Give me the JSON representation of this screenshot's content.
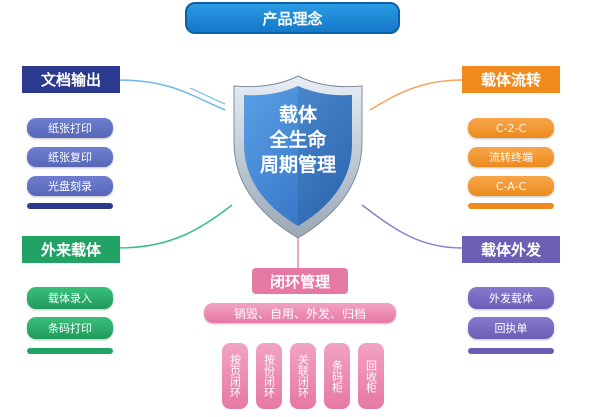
{
  "title": "产品理念",
  "center": {
    "line1": "载体",
    "line2": "全生命",
    "line3": "周期管理"
  },
  "sections": {
    "doc_output": {
      "title": "文档输出",
      "items": [
        "纸张打印",
        "纸张复印",
        "光盘刻录"
      ]
    },
    "external": {
      "title": "外来载体",
      "items": [
        "载体录入",
        "条码打印"
      ]
    },
    "circulation": {
      "title": "载体流转",
      "items": [
        "C-2-C",
        "流转终端",
        "C-A-C"
      ]
    },
    "distribution": {
      "title": "载体外发",
      "items": [
        "外发载体",
        "回执单"
      ]
    },
    "closed_loop": {
      "title": "闭环管理",
      "subtitle": "销毁、自用、外发、归档",
      "columns": [
        "按页闭环",
        "按份闭环",
        "关联闭环",
        "条码柜",
        "回收柜"
      ]
    }
  },
  "colors": {
    "navy": "#2b3a8f",
    "periwinkle": "#6b78c8",
    "orange": "#f08a1d",
    "green": "#22a365",
    "pink": "#e678a4",
    "purple": "#6a5fb5",
    "shield_blue": "#3a7fd0"
  }
}
